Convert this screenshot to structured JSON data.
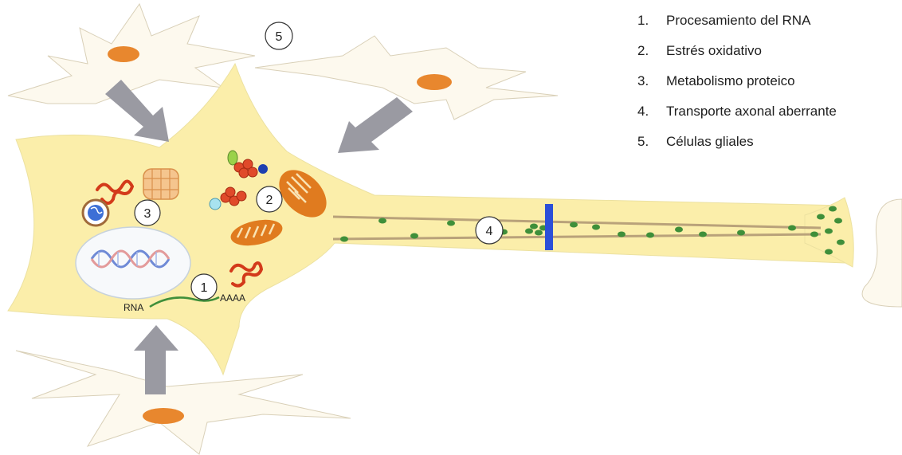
{
  "legend": [
    {
      "num": "1.",
      "text": "Procesamiento del RNA"
    },
    {
      "num": "2.",
      "text": "Estrés oxidativo"
    },
    {
      "num": "3.",
      "text": "Metabolismo proteico"
    },
    {
      "num": "4.",
      "text": "Transporte axonal aberrante"
    },
    {
      "num": "5.",
      "text": "Células gliales"
    }
  ],
  "markers": {
    "m1": "1",
    "m2": "2",
    "m3": "3",
    "m4": "4",
    "m5": "5"
  },
  "rna": {
    "left_label": "RNA",
    "right_label": "AAAA"
  },
  "colors": {
    "neuron_fill": "#fbeeaa",
    "glia_fill": "#fdf9ee",
    "glia_nucleus": "#e8872e",
    "arrow": "#9a9aa2",
    "mitochondria": "#e07b1f",
    "protein": "#d33a1a",
    "vesicle": "#3f8f3a",
    "block": "#2b4fd8"
  }
}
